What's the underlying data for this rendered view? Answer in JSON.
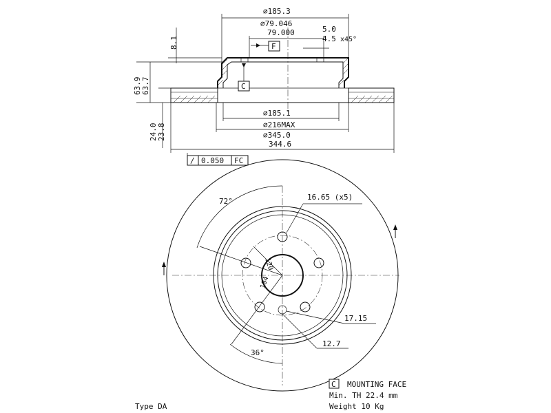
{
  "section_view": {
    "dia_185_3": "∅185.3",
    "dia_79": [
      "∅79.046",
      "79.000"
    ],
    "chamfer": [
      "5.0",
      "4.5"
    ],
    "chamfer_angle": "x45°",
    "height_8_1": "8.1",
    "height_63": [
      "63.9",
      "63.7"
    ],
    "thick_24": [
      "24.0",
      "23.8"
    ],
    "datum_f": "F",
    "datum_c": "C",
    "dia_185_1": "∅185.1",
    "dia_216": "∅216MAX",
    "dia_345": [
      "∅345.0",
      "344.6"
    ],
    "runout_symbol": "/",
    "runout_value": "0.050",
    "runout_ref": "FC"
  },
  "front_view": {
    "angle_72": "72°",
    "holes": "16.65 (x5)",
    "pcd_120": "120",
    "bore_104": "104",
    "r_17_15": "17.15",
    "r_12_7": "12.7",
    "angle_36": "36°"
  },
  "notes": {
    "mounting_face_box": "C",
    "mounting_face": "MOUNTING FACE",
    "min_th": "Min. TH 22.4 mm",
    "weight": "Weight 10 Kg",
    "type": "Type DA"
  }
}
